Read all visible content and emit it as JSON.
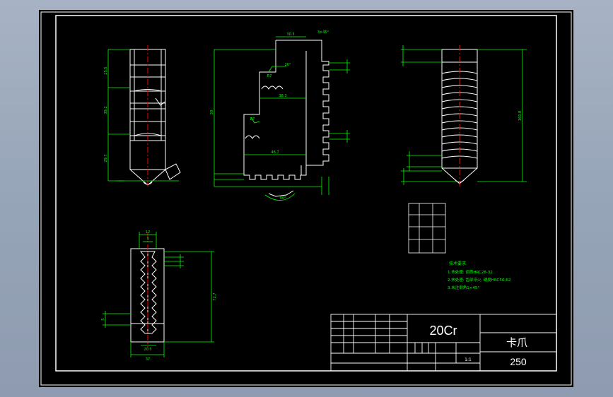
{
  "colors": {
    "sheet": "#000000",
    "line": "#ffffff",
    "dimension": "#00ff00",
    "centerline": "#ff0000",
    "text": "#00ff00",
    "title_text": "#ffffff"
  },
  "title_block": {
    "material": "20Cr",
    "part_name": "卡爪",
    "drawing_no": "250",
    "scale": "1:1"
  },
  "tech_req": {
    "heading": "技术要求",
    "lines": [
      "1.热处理: 调质HRC28-32",
      "2.热处理: 齿部淬火, 硬度HRC56-62",
      "3.未注倒角1×45°"
    ]
  },
  "dims": {
    "d_top_w": "30.3",
    "d_chamfer": "3×45°",
    "d_h1": "30",
    "d_h2": "25.5",
    "d_h3": "39.2",
    "d_h4": "29.7",
    "d_step1": "38.3",
    "d_step2": "48.7",
    "d_ang1": "26°",
    "d_ang2": "90°",
    "d_r1": "R7",
    "d_r2": "R7",
    "d_side_h": "160.8",
    "d_bottom_w1": "12",
    "d_bottom_w2": "20.5",
    "d_bottom_w3": "37",
    "d_left_gap": "5",
    "d_total_h": "72.7",
    "d_depth": "3"
  }
}
